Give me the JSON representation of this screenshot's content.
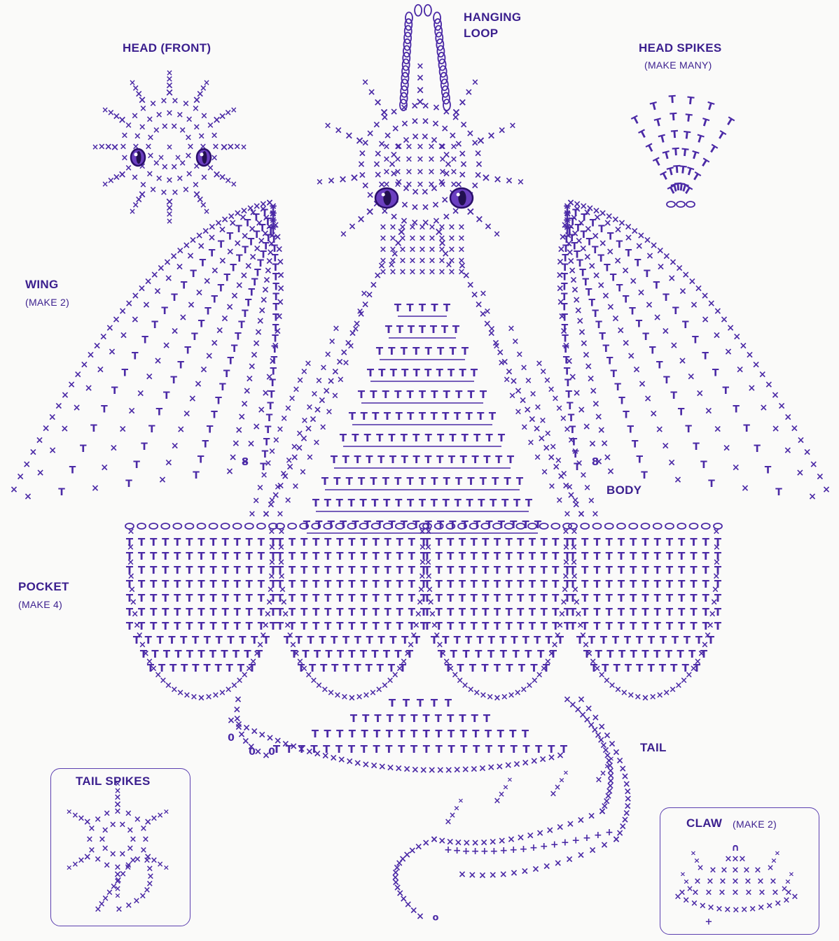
{
  "labels": {
    "hanging_loop_1": "HANGING",
    "hanging_loop_2": "LOOP",
    "head_front": "HEAD (FRONT)",
    "head_spikes": "HEAD SPIKES",
    "head_spikes_note": "(MAKE MANY)",
    "wing": "WING",
    "wing_note": "(MAKE 2)",
    "body": "BODY",
    "pocket": "POCKET",
    "pocket_note": "(MAKE 4)",
    "tail": "TAIL",
    "tail_spikes": "TAIL SPIKES",
    "claw": "CLAW",
    "claw_note": "(MAKE 2)"
  },
  "colors": {
    "ink": "#4b2aa6",
    "label": "#3b1f8e",
    "eye": "#6b3fc0",
    "background": "#fafaf9"
  },
  "symbols": {
    "single_crochet": "×",
    "double_crochet": "T",
    "chain": "○",
    "slip_stitch": "•"
  }
}
